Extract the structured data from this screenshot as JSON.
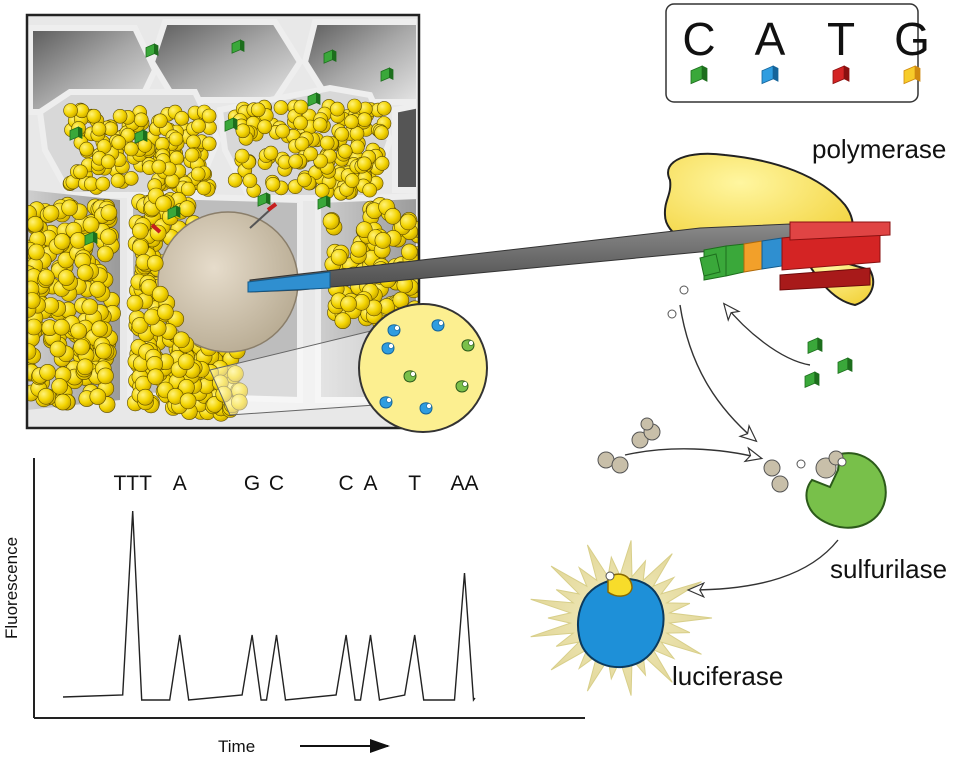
{
  "legend": {
    "items": [
      {
        "letter": "C",
        "color": "#3aa83a",
        "dark": "#1d6e1d"
      },
      {
        "letter": "A",
        "color": "#2f9de0",
        "dark": "#15649a"
      },
      {
        "letter": "T",
        "color": "#d42424",
        "dark": "#8a1010"
      },
      {
        "letter": "G",
        "color": "#f7cc2a",
        "dark": "#d08a10"
      }
    ]
  },
  "enzymes": {
    "polymerase": "polymerase",
    "sulfurilase": "sulfurilase",
    "luciferase": "luciferase"
  },
  "chart_data": {
    "type": "line",
    "ylabel": "Fluorescence",
    "xlabel": "Time",
    "peak_labels": [
      "TTT",
      "A",
      "G",
      "C",
      "C",
      "A",
      "T",
      "AA"
    ],
    "peaks": [
      {
        "label": "TTT",
        "t": 0.105,
        "value": 3
      },
      {
        "label": "A",
        "t": 0.155,
        "value": 1
      },
      {
        "label": "G",
        "t": 0.232,
        "value": 1
      },
      {
        "label": "C",
        "t": 0.258,
        "value": 1
      },
      {
        "label": "C",
        "t": 0.332,
        "value": 1
      },
      {
        "label": "A",
        "t": 0.358,
        "value": 1
      },
      {
        "label": "T",
        "t": 0.405,
        "value": 1
      },
      {
        "label": "AA",
        "t": 0.458,
        "value": 2
      }
    ]
  }
}
